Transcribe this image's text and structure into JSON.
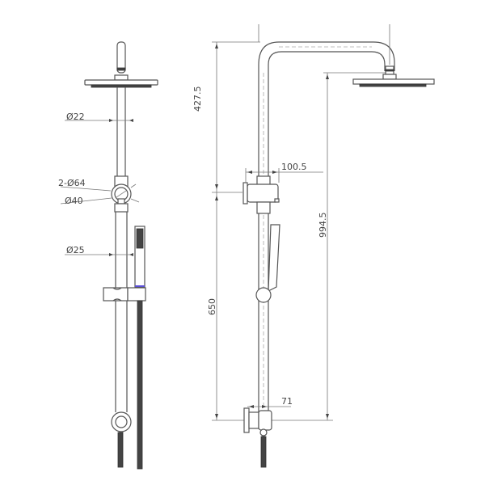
{
  "drawing": {
    "title": "Shower rail set technical drawing",
    "views": [
      {
        "name": "front-view"
      },
      {
        "name": "side-view"
      }
    ],
    "front_view_labels": {
      "pipe_diameter": "Ø22",
      "connector_holes": "2-Ø64",
      "diverter_diameter": "Ø40",
      "rail_diameter": "Ø25"
    },
    "side_view_labels": {
      "upper_height": "427.5",
      "diverter_projection": "100.5",
      "total_height": "994.5",
      "lower_height": "650",
      "bottom_projection": "71"
    },
    "colors": {
      "line": "#555555",
      "dimension": "#777777",
      "hose": "#444444",
      "accent_ring": "#5b4fd6"
    }
  }
}
